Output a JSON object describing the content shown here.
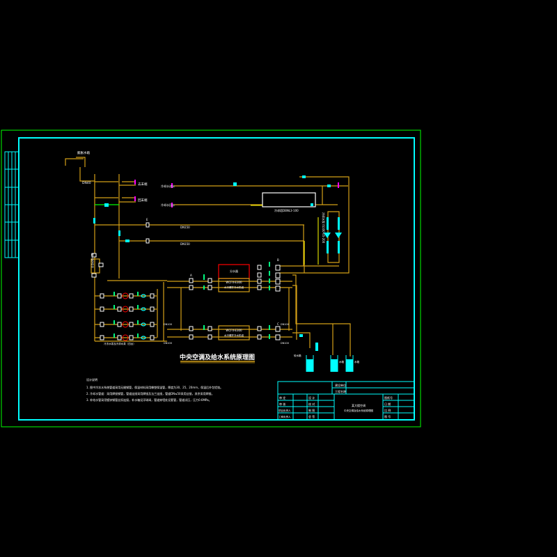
{
  "drawing": {
    "title": "中央空调及给水系统原理图",
    "notes_heading": "设计说明",
    "notes": [
      "1. 图中冷冻水系统管道采用无缝钢管，保温材料采用橡塑保温管，厚度为30、25、20mm，保温后外包铝箔。",
      "2. 冷却水管道：采用焊接钢管，管道连接采用焊接及法兰连接，管道DN≤50采用丝接，其余采用焊接。",
      "3. 补给水管采用镀锌钢管丝扣连接，补水箱设浮球阀，管道穿墙处设套管，管道试压，压力0.6MPa。"
    ],
    "labels": {
      "expansion_tank": "膨胀水箱",
      "makeup": "DN40",
      "supply_1": "去末端",
      "supply_2": "回末端",
      "cooling_in": "冷却水进水",
      "cooling_out": "冷却水回水",
      "cooling_tower": "冷却塔DBNL3-100",
      "pipe_1": "DN150",
      "pipe_2": "DN150",
      "chiller_1": "WCFX-E300",
      "chiller_1b": "水冷螺杆冷水机组",
      "chiller_2": "WCFX-E300",
      "chiller_2b": "水冷螺杆冷水机组",
      "chiller_top": "分水器",
      "pump_group": "冷冻水泵及冷却水泵（四台）",
      "softener": "全自动软水器",
      "pump_vertical": "冷却水泵 IS100-65-200",
      "dn1": "DN100",
      "dn2": "DN100",
      "dn3": "DN100",
      "dn4": "DN100",
      "tank1": "软水箱",
      "tank2": "水箱",
      "tank3": "水箱",
      "mark_a": "A",
      "mark_b": "B",
      "mark_c": "C",
      "mark_e": "E"
    }
  },
  "title_block": {
    "client_label": "建设单位",
    "project_label": "工程名称",
    "left_rows": [
      [
        "审 定",
        "设 计"
      ],
      [
        "审 核",
        "校 对"
      ],
      [
        "项目负责人",
        "制 图"
      ],
      [
        "工种负责人",
        "会 签"
      ]
    ],
    "center_line1": "某大楼空调",
    "center_line2": "中央空调及给水系统原理图",
    "right_rows": [
      "图纸号",
      "日 期",
      "比 例",
      "图 号"
    ]
  },
  "colors": {
    "frame_outer": "#00ff00",
    "frame_inner": "#00ffff",
    "pipe": "#d4a017"
  }
}
